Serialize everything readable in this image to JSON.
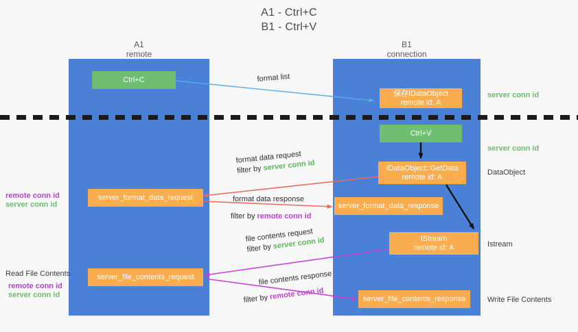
{
  "title": {
    "line1": "A1 - Ctrl+C",
    "line2": "B1 - Ctrl+V"
  },
  "lanes": [
    {
      "id": "a1",
      "name": "A1",
      "role": "remote",
      "color": "#4a80d6"
    },
    {
      "id": "b1",
      "name": "B1",
      "role": "connection",
      "color": "#4a80d6"
    }
  ],
  "nodes": {
    "ctrl_c": {
      "line1": "Ctrl+C",
      "line2": "",
      "color": "#6fbf73"
    },
    "ctrl_v": {
      "line1": "Ctrl+V",
      "line2": "",
      "color": "#6fbf73"
    },
    "save_idataobject": {
      "line1": "保存IDataObject",
      "line2": "remote id: A",
      "color": "#f9ad4e"
    },
    "getdata": {
      "line1": "IDataObject::GetData",
      "line2": "remote id: A",
      "color": "#f9ad4e"
    },
    "istream": {
      "line1": "IStream",
      "line2": "remote id: A",
      "color": "#f9ad4e"
    },
    "fmt_req": {
      "line1": "server_format_data_request",
      "line2": "",
      "color": "#f9ad4e"
    },
    "fmt_res": {
      "line1": "server_format_data_response",
      "line2": "",
      "color": "#f9ad4e"
    },
    "file_req": {
      "line1": "server_file_contents_request",
      "line2": "",
      "color": "#f9ad4e"
    },
    "file_res": {
      "line1": "server_file_contents_response",
      "line2": "",
      "color": "#f9ad4e"
    }
  },
  "edge_labels": {
    "format_list": {
      "text": "format list"
    },
    "fmt_data_req": {
      "line1": "format data request",
      "filter_prefix": "filter by ",
      "filter_value": "server conn id"
    },
    "fmt_data_res": {
      "line1": "format data response",
      "filter_prefix": "filter by ",
      "filter_value": "remote conn id"
    },
    "file_contents_req": {
      "line1": "file contents request",
      "filter_prefix": "filter by ",
      "filter_value": "server conn id"
    },
    "file_contents_res": {
      "line1": "file contents response",
      "filter_prefix": "filter by ",
      "filter_value": "remote conn id"
    }
  },
  "annotations": {
    "right_server_conn_1": "server conn id",
    "right_server_conn_2": "server conn id",
    "right_dataobject": "DataObject",
    "right_istream": "Istream",
    "right_write_file": "Write File Contents",
    "left_remote_conn_1": "remote conn id",
    "left_server_conn_1": "server conn id",
    "left_read_file": "Read File Contents",
    "left_remote_conn_2": "remote conn id",
    "left_server_conn_2": "server conn id"
  },
  "colors": {
    "lane": "#4a80d6",
    "green_node": "#6fbf73",
    "orange_node": "#f9ad4e",
    "green_text": "#5cb85c",
    "purple_text": "#c040d0",
    "arrow_blue": "#5aa9e6",
    "arrow_red": "#ec6a5e",
    "arrow_magenta": "#c840d4",
    "arrow_black": "#111111",
    "divider": "#1b1b1b",
    "background": "#f7f7f7"
  }
}
